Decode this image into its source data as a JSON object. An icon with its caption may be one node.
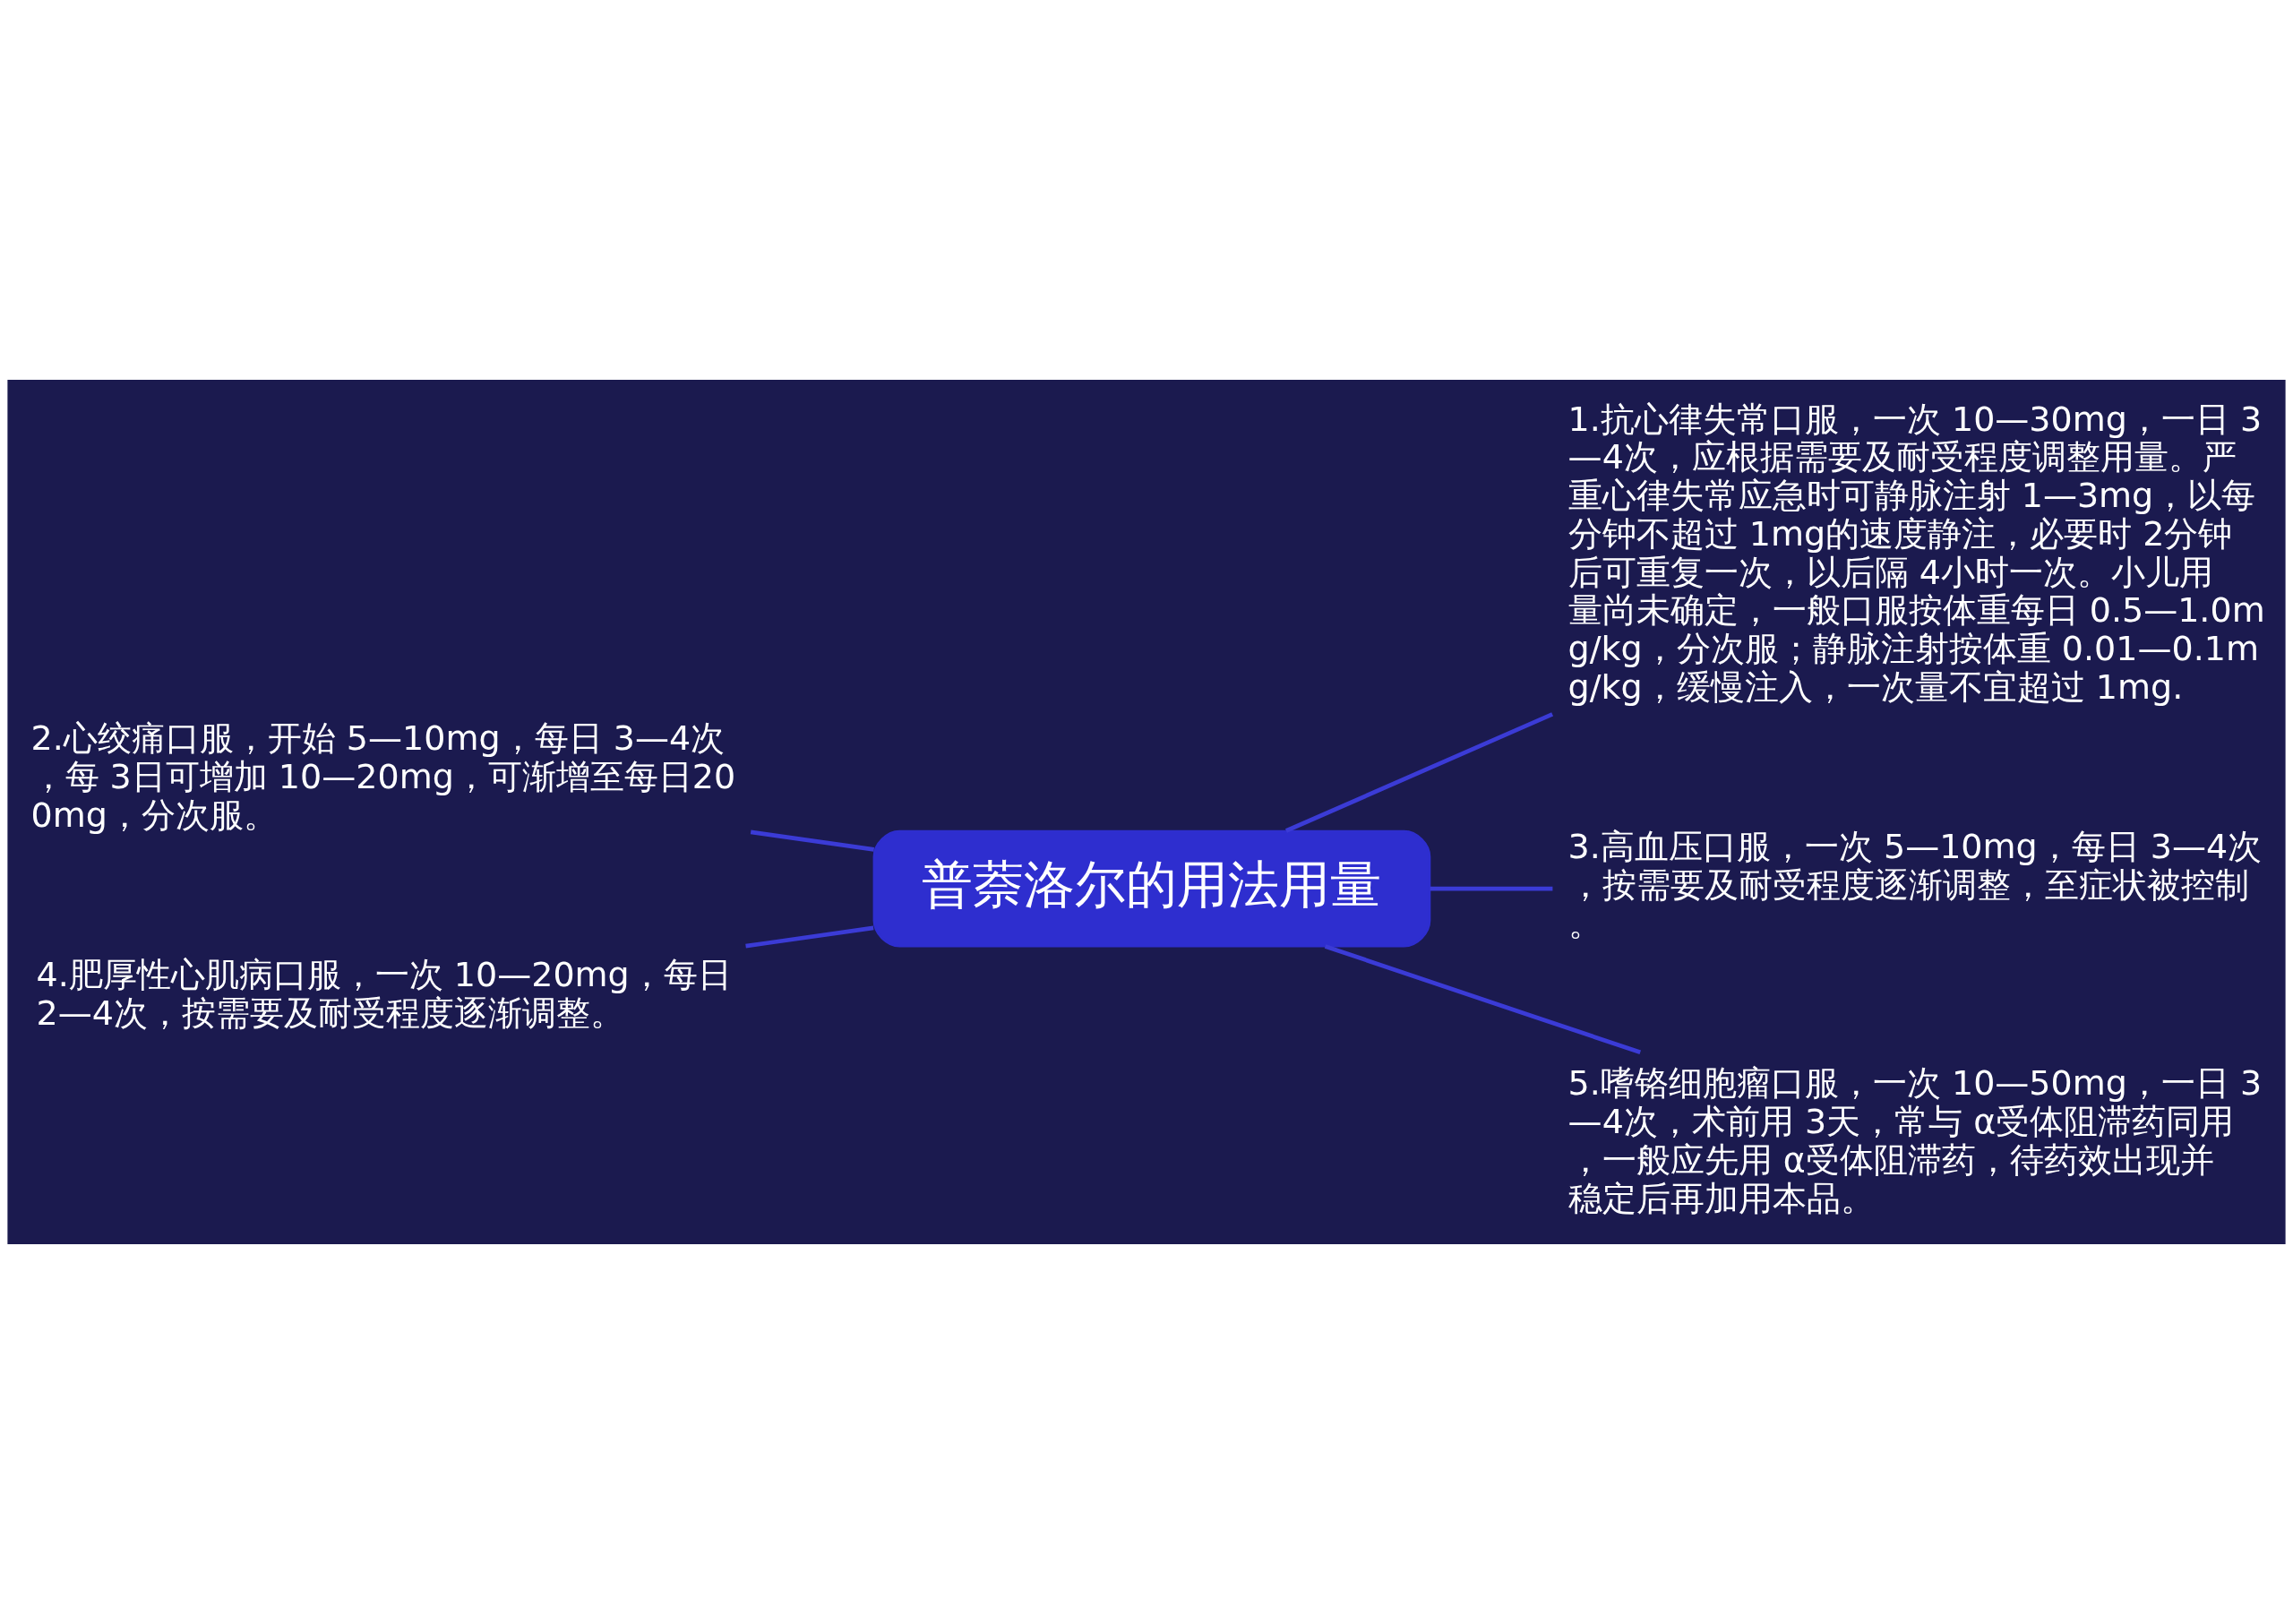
{
  "diagram": {
    "nodes": [
      {
        "text": [
          "普萘洛尔的用法用量"
        ]
      },
      {
        "text": [
          "2.心绞痛口服，开始 5—10mg，每日 3—4次，每 3日可增加 10—20mg，可渐增至每日200mg，分次服。"
        ]
      },
      {
        "text": [
          "4.肥厚性心肌病口服，一次 10—20mg，每日 2—4次，按需要及耐受程度逐渐调整。"
        ]
      },
      {
        "text": [
          "1.抗心律失常口服，一次 10—30mg，一日 3—4次，应根据需要及耐受程度调整用量。严重心律失常应急时可静脉注射 1—3mg，以每分钟不超过 1mg的速度静注，必要时 2分钟后可重复一次，以后隔 4小时一次。小儿用量尚未确定，一般口服按体重每日 0.5—1.0mg/kg，分次服；静脉注射按体重 0.01—0.1mg/kg，缓慢注入，一次量不宜超过 1mg."
        ]
      },
      {
        "text": [
          "3.高血压口服，一次 5—10mg，每日 3—4次，按需要及耐受程度逐渐调整，至症状被控制。"
        ]
      },
      {
        "text": [
          "5.嗜铬细胞瘤口服，一次 10—50mg，一日 3—4次，术前用 3天，常与 α受体阻滞药同用，一般应先用 α受体阻滞药，待药效出现并稳定后再加用本品。"
        ]
      }
    ],
    "edges": [
      {
        "from": 0,
        "to": 1,
        "arrow": "none"
      },
      {
        "from": 0,
        "to": 2,
        "arrow": "none"
      },
      {
        "from": 0,
        "to": 3,
        "arrow": "none"
      },
      {
        "from": 0,
        "to": 4,
        "arrow": "none"
      },
      {
        "from": 0,
        "to": 5,
        "arrow": "none"
      }
    ]
  }
}
